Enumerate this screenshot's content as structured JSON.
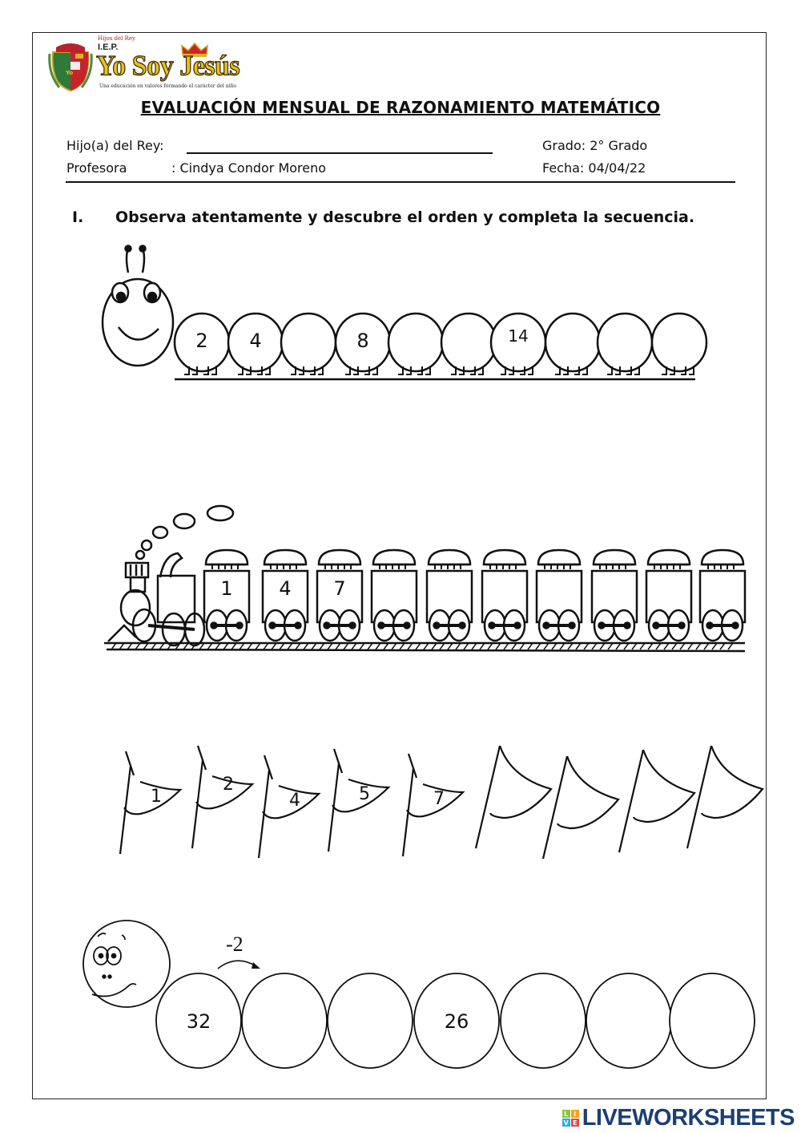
{
  "header": {
    "school_tagline_top": "Hijos del Rey",
    "school_type": "I.E.P.",
    "school_name": "Yo Soy Jesús",
    "school_slogan": "Una educación en valores     formando el carácter del niño",
    "title": "EVALUACIÓN MENSUAL DE RAZONAMIENTO MATEMÁTICO"
  },
  "info": {
    "student_label": "Hijo(a) del Rey:",
    "student_value": "",
    "student_line": "________________________________",
    "grade_label": "Grado:",
    "grade_value": "2° Grado",
    "teacher_label": "Profesora",
    "teacher_value": ": Cindya Condor Moreno",
    "date_label": "Fecha:",
    "date_value": "04/04/22"
  },
  "section": {
    "number": "I.",
    "instruction": "Observa atentamente y descubre el orden y completa la secuencia."
  },
  "exercises": {
    "caterpillar_1": {
      "cells": [
        "2",
        "4",
        "",
        "8",
        "",
        "",
        "14",
        "",
        "",
        ""
      ]
    },
    "train": {
      "cars": [
        "1",
        "4",
        "7",
        "",
        "",
        "",
        "",
        "",
        "",
        ""
      ]
    },
    "flags": {
      "cells": [
        "1",
        "2",
        "4",
        "5",
        "7",
        "",
        "",
        "",
        ""
      ]
    },
    "caterpillar_2": {
      "hint": "-2",
      "cells": [
        "32",
        "",
        "",
        "26",
        "",
        "",
        ""
      ]
    }
  },
  "footer": {
    "brand": "LIVEWORKSHEETS",
    "brand_icon_letters": [
      "L",
      "I",
      "V",
      "E"
    ],
    "brand_color": "#1b3f73"
  }
}
